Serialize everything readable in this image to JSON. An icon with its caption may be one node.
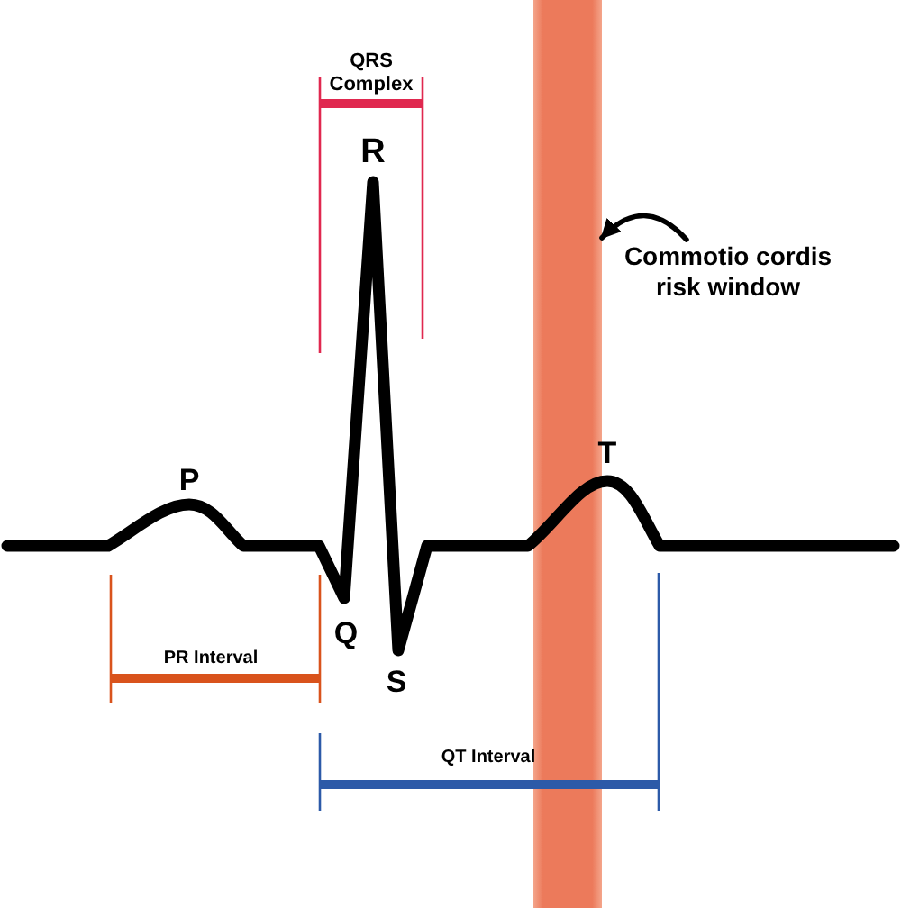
{
  "diagram": {
    "nodes": [
      {
        "text": [
          "Commotio cordis risk window"
        ]
      },
      {
        "text": [],
        "shape": "bar"
      }
    ],
    "edges": [
      {
        "from": 0,
        "to": 1,
        "arrow": "to"
      }
    ],
    "labels": [
      "QRS Complex",
      "R",
      "T",
      "P",
      "Q",
      "PR Interval",
      "S",
      "QT Interval"
    ]
  }
}
